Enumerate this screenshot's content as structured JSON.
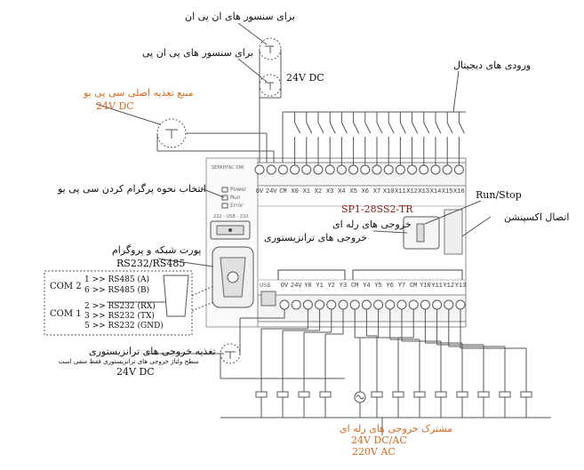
{
  "labels": {
    "npn_sensors": "برای سنسور های ان پی ان",
    "pnp_sensors": "برای سنسور های پی ان پی",
    "sensor_supply": "24V DC",
    "digital_inputs": "ورودی های دیجیتال",
    "main_supply_title": "منبع تغذیه اصلی سی پی یو",
    "main_supply_voltage": "24V DC",
    "program_mode": "انتخاب نحوه پرگرام کردن سی پی یو",
    "run_stop": "Run/Stop",
    "model": "SP1-28SS2-TR",
    "expansion": "اتصال اکسپنشن",
    "relay_outputs": "خروجی های رله ای",
    "transistor_outputs": "خروجی های ترانزیستوری",
    "port_title": "پورت شبکه و پروگرام",
    "port_type": "RS232/RS485",
    "com2": "COM 2",
    "com1": "COM 1",
    "rs485_a": "1 >> RS485 (A)",
    "rs485_b": "6 >> RS485 (B)",
    "rs232_rx": "2 >> RS232 (RX)",
    "rs232_tx": "3 >> RS232 (TX)",
    "rs232_gnd": "5 >> RS232 (GND)",
    "transistor_supply": "تغذیه خروجی های ترانزیستوری",
    "transistor_note": "سطح ولتاژ خروجی های ترانزیستوری فقط منفی است",
    "transistor_voltage": "24V DC",
    "relay_common": "مشترک خروجی های رله ای",
    "relay_voltage_dc": "24V DC/AC",
    "relay_voltage_ac": "220V AC"
  },
  "plc": {
    "brand": "SEPAHTAC SMI",
    "led_power": "Power",
    "led_run": "Run",
    "led_error": "Error",
    "switch_label": "232 - USB - 232",
    "usb_label": "USB",
    "top_terminals": [
      "0V",
      "24V",
      "CM",
      "X0",
      "X1",
      "X2",
      "X3",
      "X4",
      "X5",
      "X6",
      "X7",
      "X10",
      "X11",
      "X12",
      "X13",
      "X14",
      "X15",
      "X16"
    ],
    "bottom_terminals": [
      "0V",
      "24V",
      "Y0",
      "Y1",
      "Y2",
      "Y3",
      "CM",
      "Y4",
      "Y5",
      "Y6",
      "Y7",
      "CM",
      "Y10",
      "Y11",
      "Y12",
      "Y13"
    ]
  },
  "colors": {
    "accent_orange": "#d2691e",
    "model_red": "#8b1a1a",
    "line": "#555555"
  }
}
